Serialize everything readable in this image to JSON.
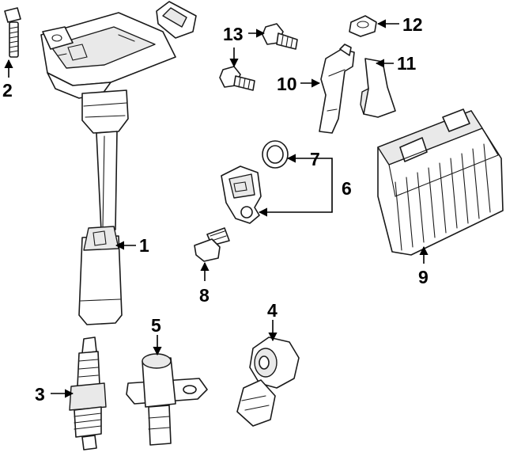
{
  "callouts": [
    {
      "id": "1",
      "label": "1"
    },
    {
      "id": "2",
      "label": "2"
    },
    {
      "id": "3",
      "label": "3"
    },
    {
      "id": "4",
      "label": "4"
    },
    {
      "id": "5",
      "label": "5"
    },
    {
      "id": "6",
      "label": "6"
    },
    {
      "id": "7",
      "label": "7"
    },
    {
      "id": "8",
      "label": "8"
    },
    {
      "id": "9",
      "label": "9"
    },
    {
      "id": "10",
      "label": "10"
    },
    {
      "id": "11",
      "label": "11"
    },
    {
      "id": "12",
      "label": "12"
    },
    {
      "id": "13",
      "label": "13"
    }
  ],
  "parts": [
    {
      "callout": "1",
      "icon": "ignition-coil-icon"
    },
    {
      "callout": "2",
      "icon": "bolt-icon"
    },
    {
      "callout": "3",
      "icon": "spark-plug-icon"
    },
    {
      "callout": "4",
      "icon": "knock-sensor-icon"
    },
    {
      "callout": "5",
      "icon": "crankshaft-sensor-icon"
    },
    {
      "callout": "6",
      "icon": "camshaft-sensor-icon"
    },
    {
      "callout": "7",
      "icon": "o-ring-icon"
    },
    {
      "callout": "8",
      "icon": "bolt-icon"
    },
    {
      "callout": "9",
      "icon": "engine-control-module-icon"
    },
    {
      "callout": "10",
      "icon": "bracket-icon"
    },
    {
      "callout": "11",
      "icon": "cover-icon"
    },
    {
      "callout": "12",
      "icon": "nut-icon"
    },
    {
      "callout": "13",
      "icon": "bolt-icon"
    }
  ],
  "colors": {
    "line": "#1a1a1a",
    "background": "#ffffff"
  }
}
